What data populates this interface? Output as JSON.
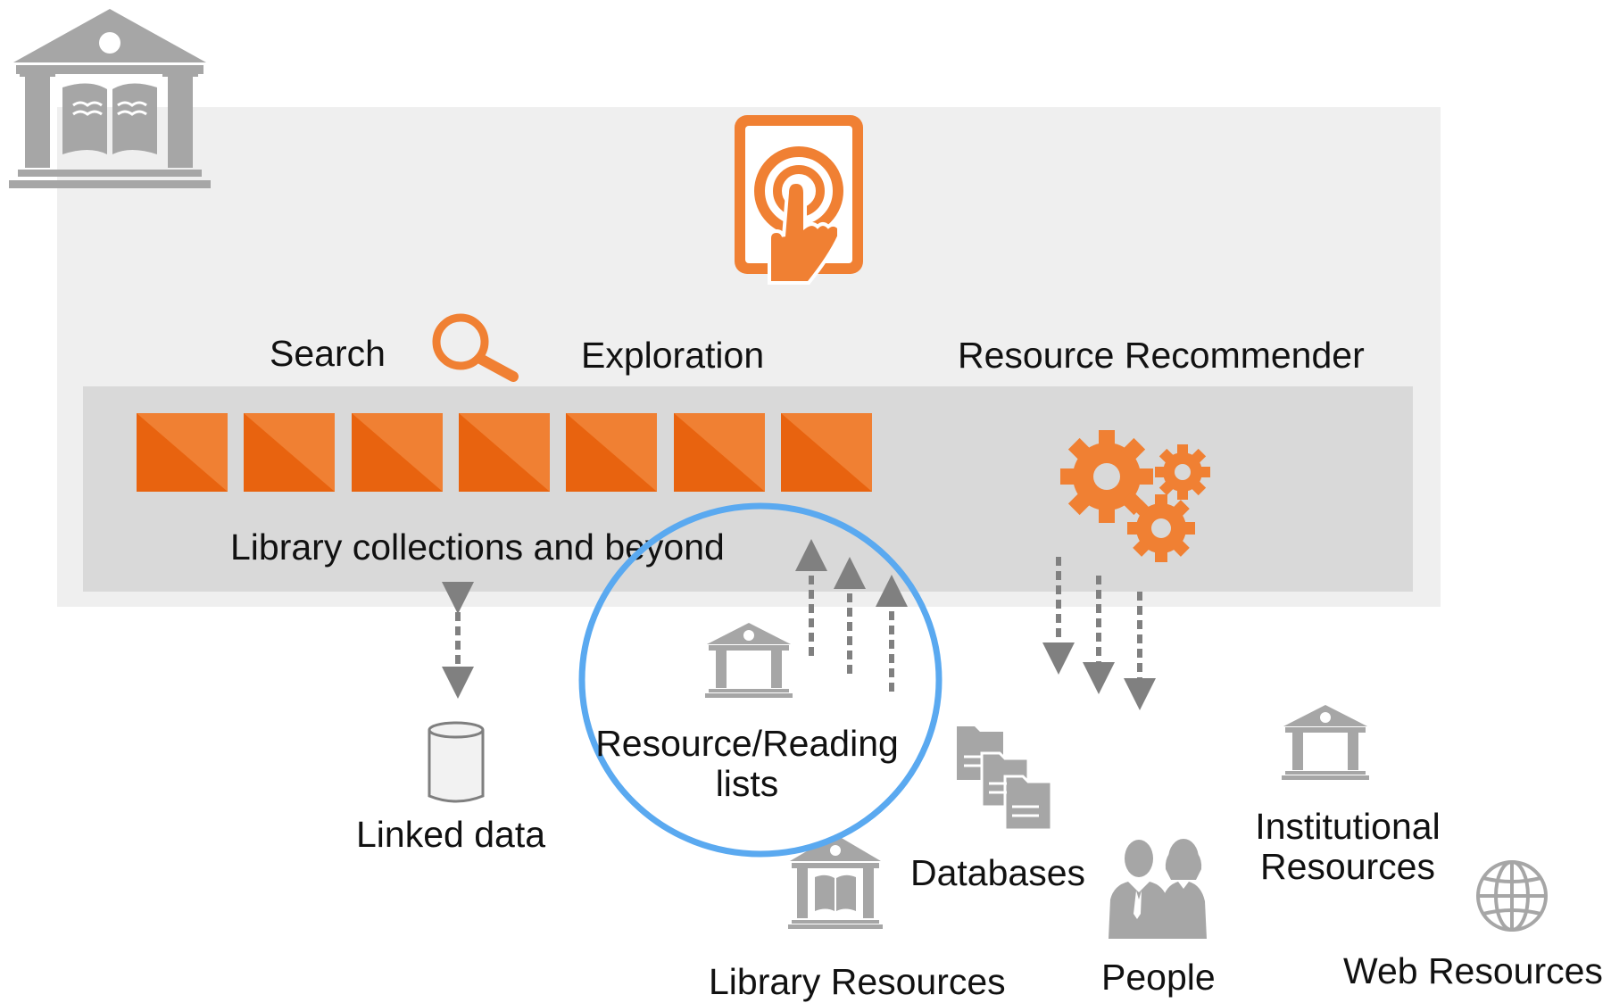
{
  "header_icons": [
    "library-building-icon",
    "touch-tablet-icon"
  ],
  "colors": {
    "accent_orange": "#F08033",
    "dark_orange": "#E8630F",
    "gray_icon": "#A6A6A6",
    "circle_blue": "#5AA9F0",
    "panel_gray": "#EFEFEF",
    "band_gray": "#D9D9D9",
    "arrow_gray": "#808080"
  },
  "labels": {
    "search": "Search",
    "exploration": "Exploration",
    "recommender": "Resource Recommender",
    "collections": "Library collections and beyond",
    "linked_data": "Linked data",
    "reading_lists_line1": "Resource/Reading",
    "reading_lists_line2": "lists",
    "databases": "Databases",
    "library_resources": "Library Resources",
    "people": "People",
    "institutional_line1": "Institutional",
    "institutional_line2": "Resources",
    "web_resources": "Web Resources"
  },
  "tiles": {
    "count": 7
  }
}
